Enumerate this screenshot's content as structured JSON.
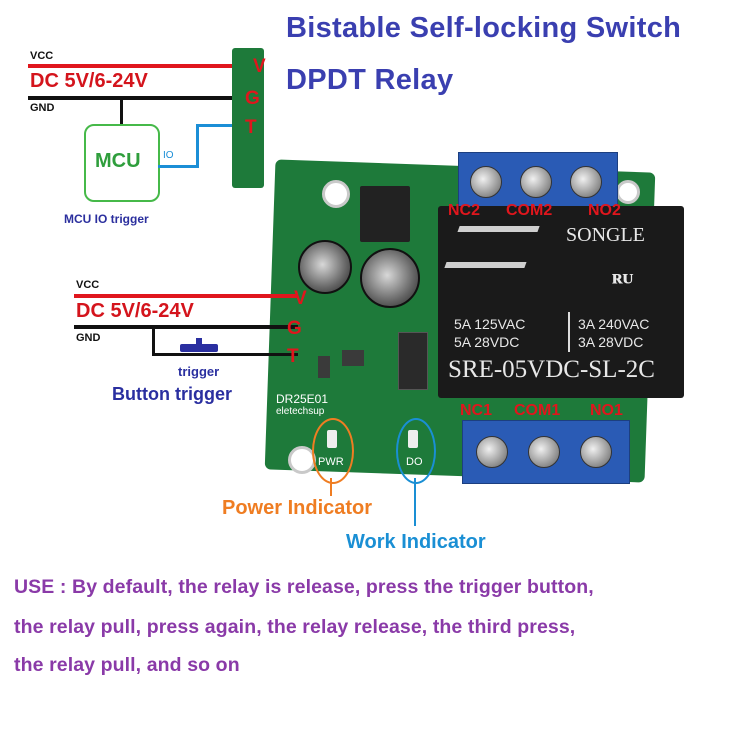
{
  "title": {
    "line1": "Bistable Self-locking Switch",
    "line2": "DPDT Relay"
  },
  "top_wiring": {
    "vcc": "VCC",
    "dc": "DC 5V/6-24V",
    "gnd": "GND",
    "mcu": "MCU",
    "io": "IO",
    "caption": "MCU IO trigger",
    "pins": [
      "V",
      "G",
      "T"
    ],
    "colors": {
      "vcc": "#e0161d",
      "gnd": "#111111",
      "io": "#1b8ed6"
    }
  },
  "bottom_wiring": {
    "vcc": "VCC",
    "dc": "DC 5V/6-24V",
    "gnd": "GND",
    "pins": [
      "V",
      "G",
      "T"
    ],
    "trigger": "trigger",
    "caption": "Button trigger"
  },
  "board": {
    "model": "DR25E01",
    "brand": "eletechsup",
    "pwr": "PWR",
    "do": "DO",
    "relay": {
      "brand": "SONGLE",
      "spec_left_1": "5A 125VAC",
      "spec_left_2": "5A 28VDC",
      "spec_right_1": "3A 240VAC",
      "spec_right_2": "3A 28VDC",
      "model": "SRE-05VDC-SL-2C"
    },
    "terminals_top": [
      "NC2",
      "COM2",
      "NO2"
    ],
    "terminals_bottom": [
      "NC1",
      "COM1",
      "NO1"
    ],
    "colors": {
      "pcb": "#1e7a3a",
      "terminal": "#2a5bb5",
      "relay": "#1a1a1a"
    }
  },
  "indicators": {
    "power": "Power Indicator",
    "work": "Work Indicator",
    "colors": {
      "power": "#ef7d22",
      "work": "#1a8fd4"
    }
  },
  "usage": {
    "line1": "USE : By default, the relay is release, press the trigger button,",
    "line2": "the relay pull, press again, the relay release, the third press,",
    "line3": "the relay pull, and so on"
  }
}
